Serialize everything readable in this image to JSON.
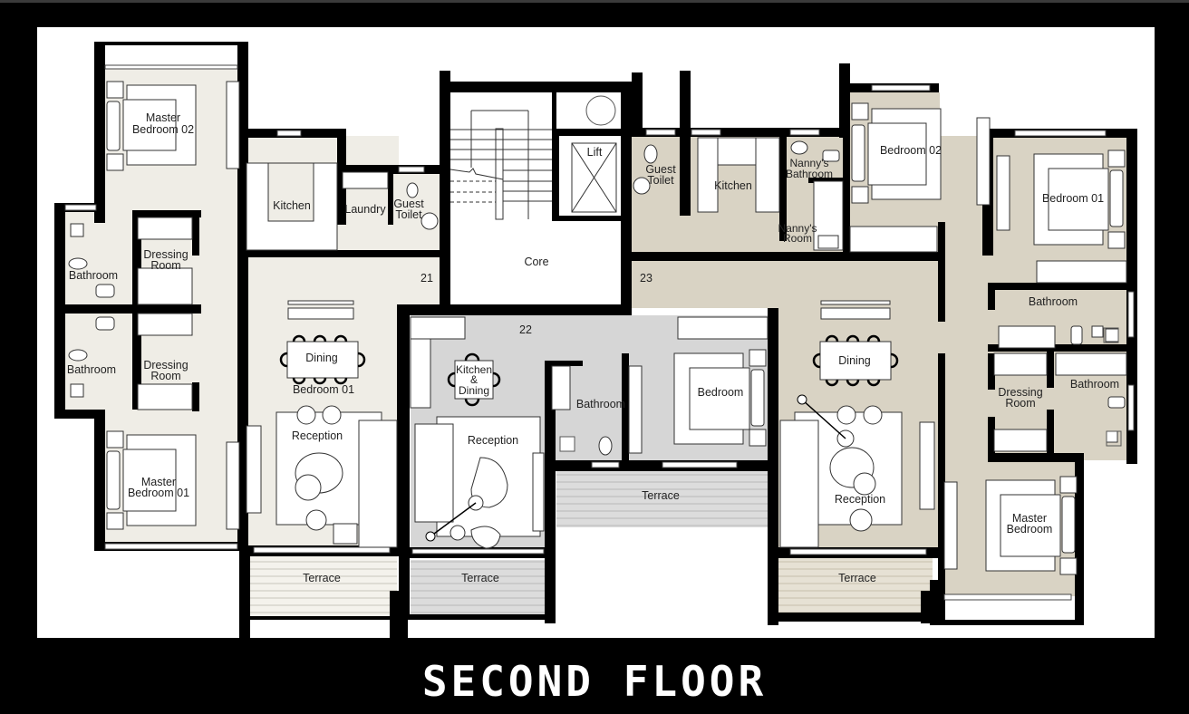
{
  "title": "SECOND FLOOR",
  "colors": {
    "background": "#000000",
    "panel": "#ffffff",
    "wall": "#000000",
    "unit_left_fill": "#efede6",
    "unit_middle_fill": "#d6d6d6",
    "unit_right_fill": "#d9d3c4",
    "furniture": "#ffffff"
  },
  "units": {
    "unit_21": {
      "number": "21",
      "rooms": {
        "master_bedroom_02": [
          "Master",
          "Bedroom 02"
        ],
        "kitchen": "Kitchen",
        "laundry": "Laundry",
        "guest_toilet": [
          "Guest",
          "Toilet"
        ],
        "dressing_room_a": [
          "Dressing",
          "Room"
        ],
        "bathroom_a": "Bathroom",
        "dressing_room_b": [
          "Dressing",
          "Room"
        ],
        "bathroom_b": "Bathroom",
        "dining": "Dining",
        "dining_overlap": "Bedroom 01",
        "reception": "Reception",
        "master_bedroom_01": [
          "Master",
          "Bedroom 01"
        ],
        "terrace": "Terrace"
      }
    },
    "core": {
      "label": "Core",
      "lift": "Lift"
    },
    "unit_22": {
      "number": "22",
      "rooms": {
        "kitchen_dining": [
          "Kitchen",
          "&",
          "Dining"
        ],
        "reception": "Reception",
        "bathroom": "Bathroom",
        "bedroom": "Bedroom",
        "terrace_left": "Terrace",
        "terrace_right": "Terrace"
      }
    },
    "unit_23": {
      "number": "23",
      "rooms": {
        "guest_toilet": [
          "Guest",
          "Toilet"
        ],
        "kitchen": "Kitchen",
        "nannys_bathroom": [
          "Nanny's",
          "Bathroom"
        ],
        "nannys_room": [
          "Nanny's",
          "Room"
        ],
        "bedroom_02": "Bedroom 02",
        "bedroom_01": "Bedroom 01",
        "bathroom_a": "Bathroom",
        "bathroom_b": "Bathroom",
        "dressing_room": [
          "Dressing",
          "Room"
        ],
        "dining": "Dining",
        "reception": "Reception",
        "master_bedroom": [
          "Master",
          "Bedroom"
        ],
        "terrace": "Terrace"
      }
    }
  }
}
